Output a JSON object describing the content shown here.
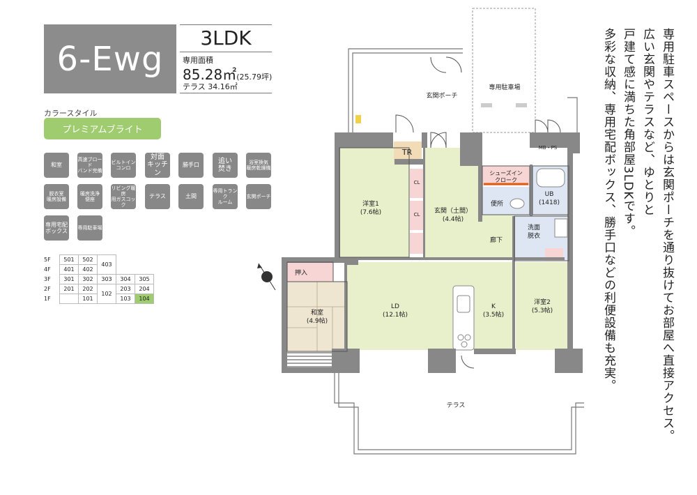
{
  "header": {
    "type_name": "6-Ewg",
    "plan_type": "3LDK",
    "area_label": "専用面積",
    "area_value": "85.28㎡",
    "area_tsubo": "(25.79坪)",
    "terrace_area": "テラス 34.16㎡"
  },
  "color_style": {
    "label": "カラースタイル",
    "button": "プレミアムブライト"
  },
  "features": [
    "和室",
    "高速ブロード\nバンド完備",
    "ビルトイン\nコンロ",
    "対面\nキッチン",
    "勝手口",
    "追い\n焚き",
    "浴室換気\n暖房乾燥機",
    "脱衣室\n暖房設備",
    "暖房洗浄\n便座",
    "リビング暖房\n用ガスコック",
    "テラス",
    "土間",
    "専用トランク\nルーム",
    "玄関ポーチ",
    "専用宅配\nボックス",
    "専用駐車場"
  ],
  "floor_table": {
    "rows": [
      {
        "floor": "5F",
        "cells": [
          "501",
          "502"
        ]
      },
      {
        "floor": "4F",
        "cells": [
          "401",
          "402"
        ]
      },
      {
        "floor": "3F",
        "cells": [
          "301",
          "302",
          "303",
          "304",
          "305"
        ]
      },
      {
        "floor": "2F",
        "cells": [
          "201",
          "202",
          "203",
          "204"
        ]
      },
      {
        "floor": "1F",
        "cells": [
          "",
          "101",
          "103",
          "104"
        ]
      }
    ],
    "merged": {
      "top": "403",
      "bottom": "102"
    },
    "highlight": "104",
    "highlight_color": "#9fcc6e"
  },
  "description": [
    "専用駐車スペースからは玄関ポーチを通り抜けてお部屋へ直接アクセス。",
    "広い玄関やテラスなど、ゆとりと",
    "戸建て感に満ちた角部屋3LDKです。",
    "多彩な収納、専用宅配ボックス、勝手口などの利便設備も充実。"
  ],
  "plan": {
    "porch": "玄関ポーチ",
    "parking": "専用駐車場",
    "tr": "TR",
    "mbps": "MB・PS",
    "cl": "CL",
    "shoe_closet": [
      "シューズイン",
      "クローク"
    ],
    "toilet": "便所",
    "ub": [
      "UB",
      "(1418)"
    ],
    "room1": [
      "洋室1",
      "(7.6帖)"
    ],
    "entrance": [
      "玄関（土間）",
      "(4.4帖)"
    ],
    "washroom": [
      "洗面",
      "脱衣"
    ],
    "corridor": "廊下",
    "closet": "押入",
    "washitsu": [
      "和室",
      "(4.9帖)"
    ],
    "ld": [
      "LD",
      "(12.1帖)"
    ],
    "kitchen": [
      "K",
      "(3.5帖)"
    ],
    "room2": [
      "洋室2",
      "(5.3帖)"
    ],
    "terrace": "テラス"
  }
}
